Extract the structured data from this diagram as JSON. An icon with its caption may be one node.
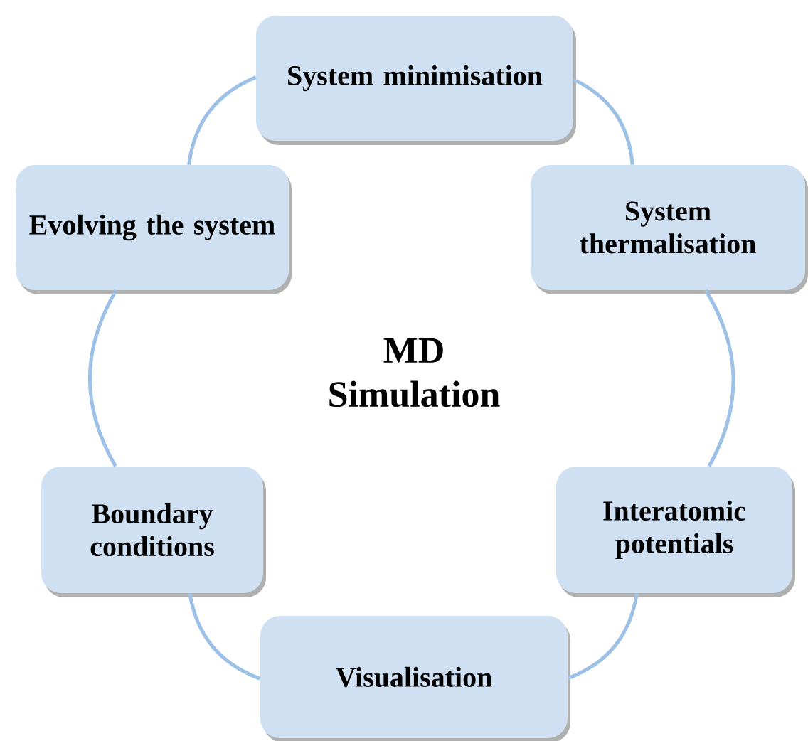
{
  "diagram": {
    "nodes": [
      {
        "text": [
          "System minimisation"
        ]
      },
      {
        "text": [
          "System thermalisation"
        ]
      },
      {
        "text": [
          "Interatomic potentials"
        ]
      },
      {
        "text": [
          "Visualisation"
        ]
      },
      {
        "text": [
          "Boundary conditions"
        ]
      },
      {
        "text": [
          "Evolving the system"
        ]
      }
    ],
    "edges": [
      {
        "from": 0,
        "to": 1,
        "arrow": "none"
      },
      {
        "from": 1,
        "to": 2,
        "arrow": "none"
      },
      {
        "from": 2,
        "to": 3,
        "arrow": "none"
      },
      {
        "from": 3,
        "to": 4,
        "arrow": "none"
      },
      {
        "from": 4,
        "to": 5,
        "arrow": "none"
      },
      {
        "from": 5,
        "to": 0,
        "arrow": "none"
      }
    ],
    "labels": [
      "MD Simulation"
    ]
  }
}
